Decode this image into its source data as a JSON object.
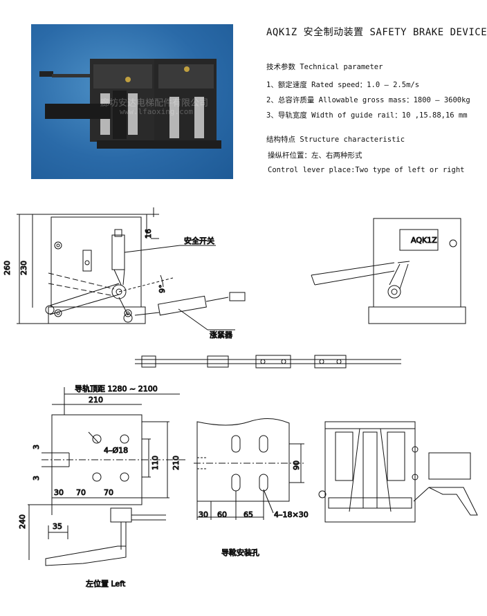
{
  "header": {
    "title": "AQK1Z 安全制动装置  SAFETY BRAKE DEVICE"
  },
  "photo": {
    "watermark_line1": "廊坊安达电梯配件有限公司",
    "watermark_line2": "www.lfaoxing.com"
  },
  "params": {
    "heading": "技术参数  Technical parameter",
    "items": [
      "1、额定速度  Rated speed：1.0 – 2.5m/s",
      "2、总容许质量  Allowable gross mass：1800 – 3600kg",
      "3、导轨宽度  Width of guide rail：10 ,15.88,16 mm"
    ]
  },
  "structure": {
    "heading": "结构特点  Structure characteristic",
    "line1": "操纵杆位置：左、右两种形式",
    "line2": "Control lever place:Two type of left or right"
  },
  "drawing_top": {
    "dim_260": "260",
    "dim_230": "230",
    "dim_16": "16",
    "angle": "9°",
    "label_switch": "安全开关",
    "label_tensioner": "涨紧器",
    "plate_label": "AQK1Z"
  },
  "drawing_bottom": {
    "rail_span": "导轨顶距  1280 ~ 2100",
    "dim_210_top": "210",
    "holes": "4–Ø18",
    "dim_110": "110",
    "dim_210_side": "210",
    "dim_3a": "3",
    "dim_3b": "3",
    "dim_30": "30",
    "dim_70a": "70",
    "dim_70b": "70",
    "dim_240": "240",
    "dim_35": "35",
    "caption_left": "左位置  Left",
    "mount_90": "90",
    "mount_30": "30",
    "mount_60": "60",
    "mount_65": "65",
    "mount_holes": "4–18×30",
    "caption_mount": "导靴安装孔"
  }
}
